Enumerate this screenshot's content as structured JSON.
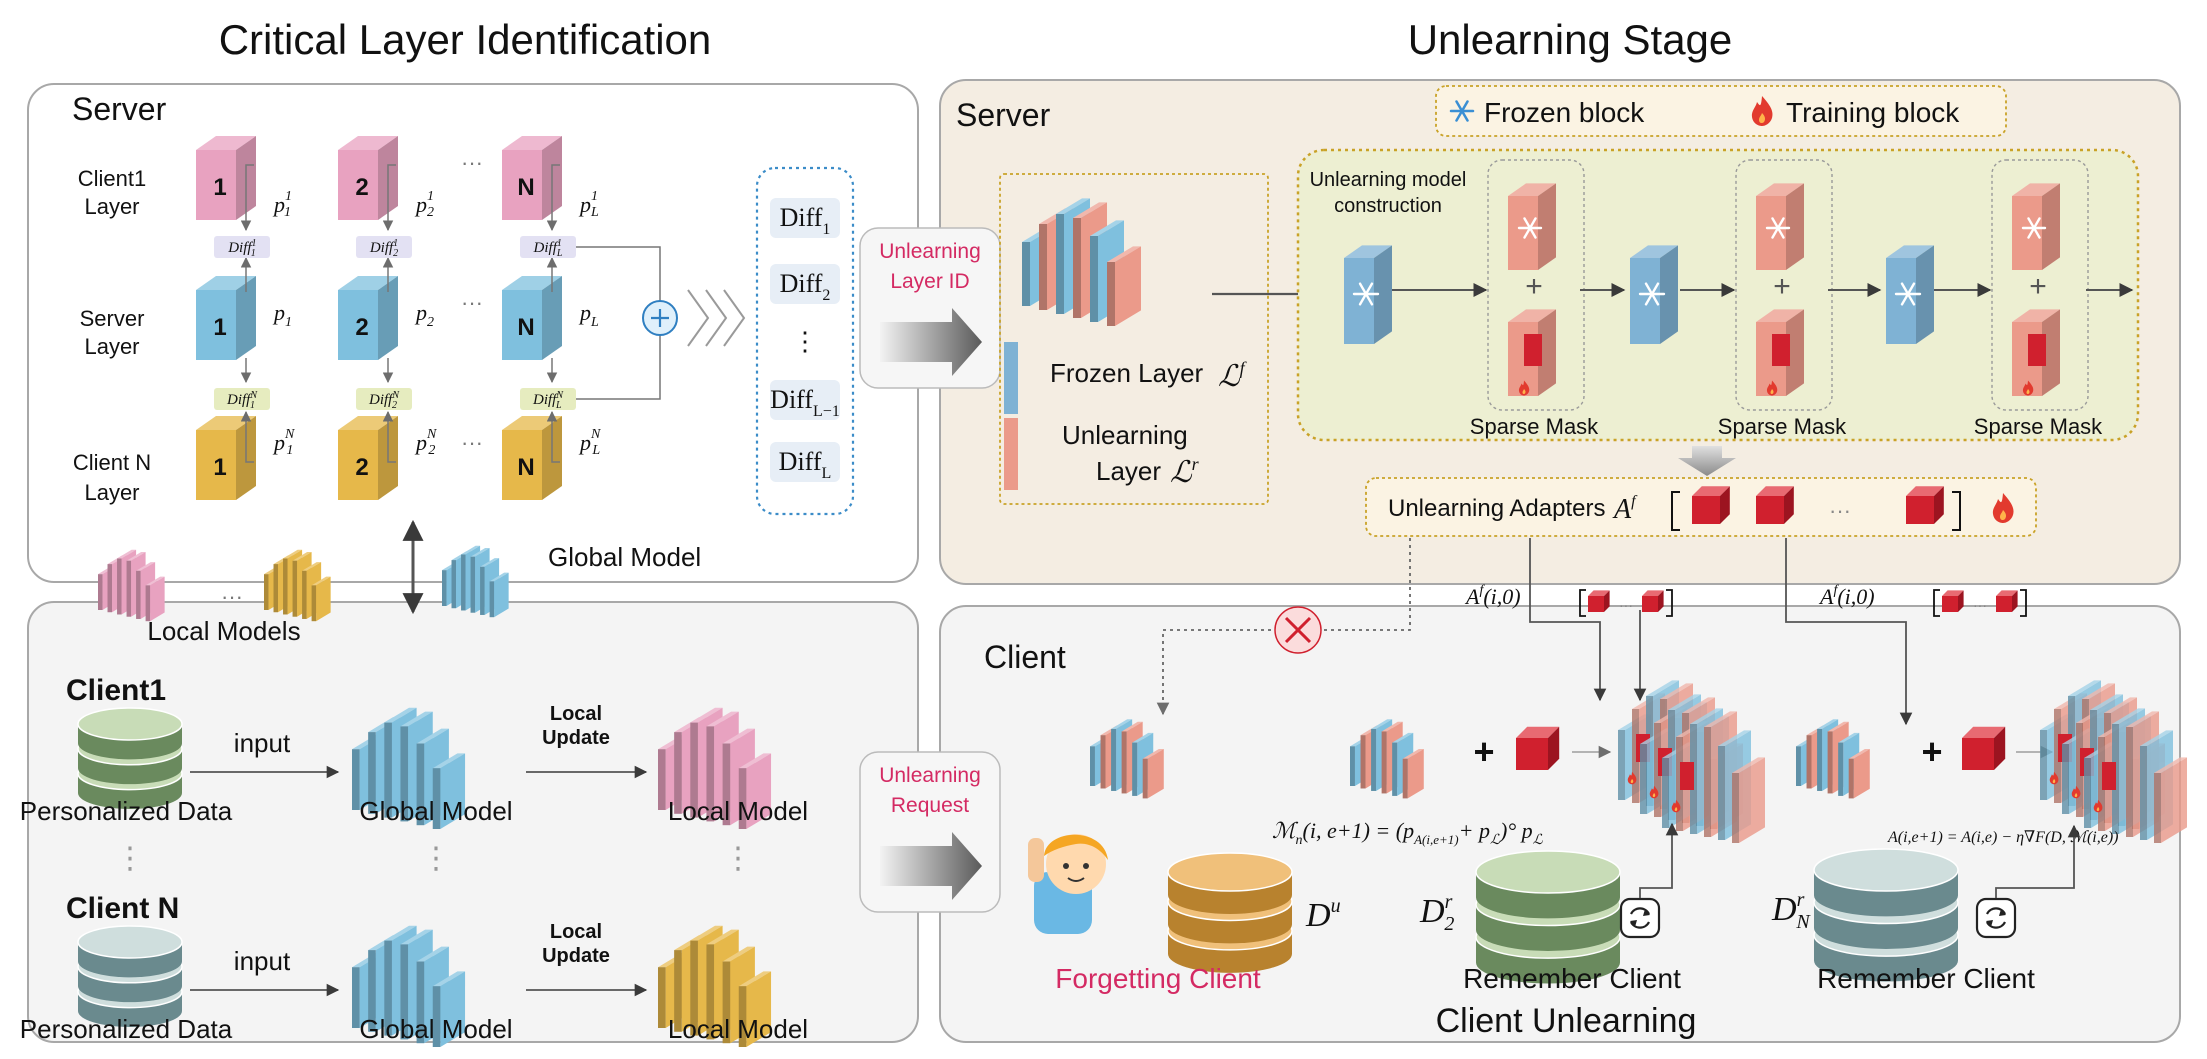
{
  "titles": {
    "left": "Critical Layer Identification",
    "right": "Unlearning Stage"
  },
  "left_top": {
    "server": "Server",
    "rows": [
      {
        "label1": "Client1",
        "label2": "Layer",
        "color": "#e8a2c0"
      },
      {
        "label1": "Server",
        "label2": "Layer",
        "color": "#7fc0de"
      },
      {
        "label1": "Client N",
        "label2": "Layer",
        "color": "#e6b84a"
      }
    ],
    "block_labels": [
      "1",
      "2",
      "N"
    ],
    "dots": "···",
    "p_top": [
      "p",
      "p",
      "p"
    ],
    "p_top_sub": [
      "1",
      "2",
      "L"
    ],
    "p_top_sup": "1",
    "p_mid": [
      "p",
      "p",
      "p"
    ],
    "p_mid_sub": [
      "1",
      "2",
      "L"
    ],
    "p_bot_sup": "N",
    "diff_small": "Diff",
    "diff_top_sup": "1",
    "diff_bot_sup": "N",
    "diff_subs": [
      "1",
      "2",
      "L"
    ],
    "diff_list": [
      {
        "main": "Diff",
        "sub": "1"
      },
      {
        "main": "Diff",
        "sub": "2"
      },
      {
        "main": "⋮",
        "sub": ""
      },
      {
        "main": "Diff",
        "sub": "L−1"
      },
      {
        "main": "Diff",
        "sub": "L"
      }
    ],
    "global_model": "Global Model",
    "local_models": "Local Models"
  },
  "left_bottom": {
    "rows": [
      {
        "client": "Client1",
        "input": "input",
        "data": "Personalized Data",
        "global": "Global Model",
        "update1": "Local",
        "update2": "Update",
        "local": "Local Model"
      },
      {
        "client": "Client N",
        "input": "input",
        "data": "Personalized Data",
        "global": "Global Model",
        "update1": "Local",
        "update2": "Update",
        "local": "Local Model"
      }
    ]
  },
  "middle": {
    "layer_id_1": "Unlearning",
    "layer_id_2": "Layer ID",
    "request_1": "Unlearning",
    "request_2": "Request"
  },
  "right_top": {
    "server": "Server",
    "legend_frozen": "Frozen block",
    "legend_training": "Training block",
    "frozen_layer": "Frozen Layer",
    "frozen_sym": "ℒ",
    "frozen_sup": "f",
    "unlearning_layer_1": "Unlearning",
    "unlearning_layer_2": "Layer",
    "unlearning_sym": "ℒ",
    "unlearning_sup": "r",
    "construction_1": "Unlearning model",
    "construction_2": "construction",
    "plus": "+",
    "sparse_mask": "Sparse Mask",
    "adapters": "Unlearning Adapters",
    "adapters_sym": "A",
    "adapters_sup": "f"
  },
  "right_bottom": {
    "client": "Client",
    "af_label": "A",
    "af_sup": "f",
    "af_args": "(i,0)",
    "plus": "+",
    "formula_left": "ℳ",
    "formula_left_sub": "n",
    "formula_left_rest": "(i, e+1) = (p",
    "formula_left_p1_sub": "A",
    "formula_left_mid": "(i,e+1)",
    "formula_left_p2": "+ p",
    "formula_left_p2_sub": "ℒ",
    "formula_left_end": ")° p",
    "formula_left_end_sub": "ℒ",
    "formula_right": "A",
    "formula_right_rest": "(i,e+1) = A",
    "formula_right_tail": "(i,e) − η∇F",
    "formula_right_end": "(D",
    "formula_right_end2": ", ℳ",
    "formula_right_end3": "(i,e))",
    "forgetting_client": "Forgetting Client",
    "du": "D",
    "du_sup": "u",
    "d2": "D",
    "d2_sub": "2",
    "dr_sup": "r",
    "dn": "D",
    "dn_sub": "N",
    "remember_client": "Remember Client",
    "client_unlearning": "Client Unlearning"
  },
  "colors": {
    "pink": "#e8a2c0",
    "blue": "#7fc0de",
    "gold": "#e6b84a",
    "salmon": "#eb9a8a",
    "red": "#d0202e",
    "magenta": "#d42a63",
    "panel_bg": "#f4ede2",
    "border": "#a8a8a8",
    "dotted_gold": "#c9a227",
    "dotted_blue": "#3b8cc8"
  }
}
